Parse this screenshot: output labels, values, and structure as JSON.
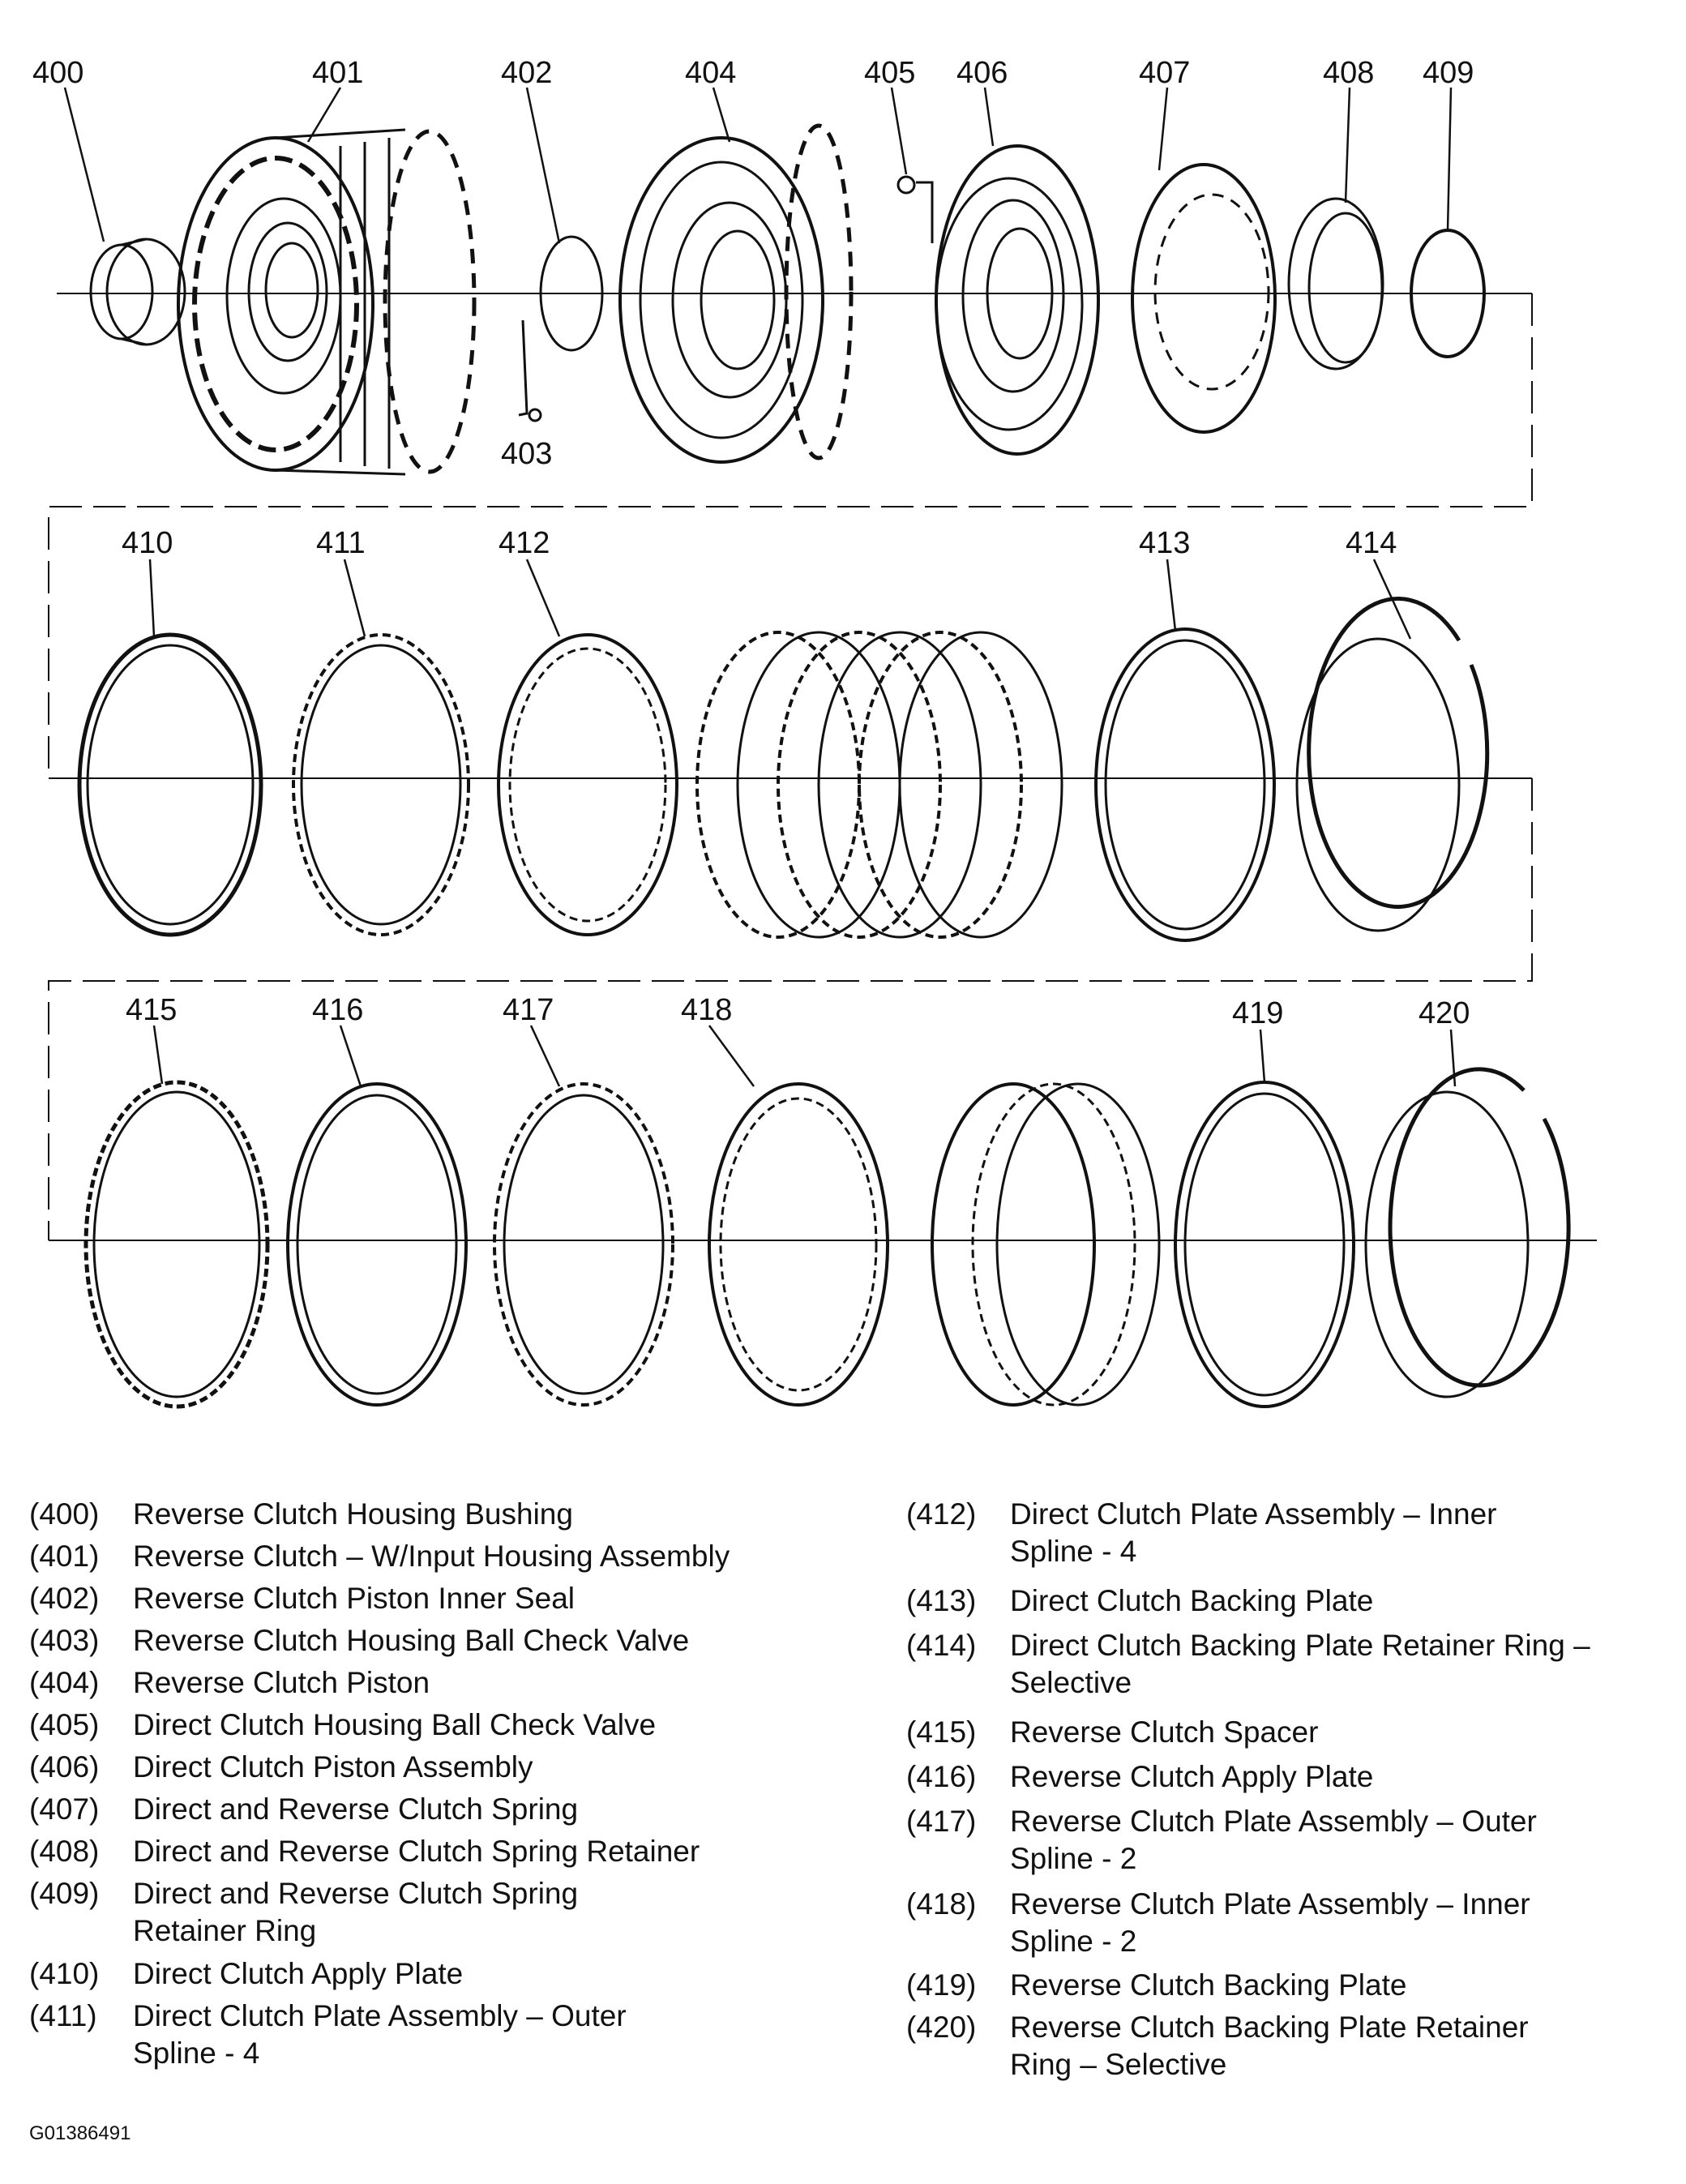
{
  "diagram": {
    "callouts": [
      "400",
      "401",
      "402",
      "403",
      "404",
      "405",
      "406",
      "407",
      "408",
      "409",
      "410",
      "411",
      "412",
      "413",
      "414",
      "415",
      "416",
      "417",
      "418",
      "419",
      "420"
    ]
  },
  "legend": [
    {
      "number": "(400)",
      "description": "Reverse Clutch Housing Bushing"
    },
    {
      "number": "(401)",
      "description": "Reverse Clutch – W/Input Housing Assembly"
    },
    {
      "number": "(402)",
      "description": "Reverse Clutch Piston Inner Seal"
    },
    {
      "number": "(403)",
      "description": "Reverse Clutch Housing Ball Check Valve"
    },
    {
      "number": "(404)",
      "description": "Reverse Clutch Piston"
    },
    {
      "number": "(405)",
      "description": "Direct Clutch Housing Ball Check Valve"
    },
    {
      "number": "(406)",
      "description": "Direct Clutch Piston Assembly"
    },
    {
      "number": "(407)",
      "description": "Direct and Reverse Clutch Spring"
    },
    {
      "number": "(408)",
      "description": "Direct and Reverse Clutch Spring Retainer"
    },
    {
      "number": "(409)",
      "description": "Direct and Reverse Clutch Spring\nRetainer Ring"
    },
    {
      "number": "(410)",
      "description": "Direct Clutch Apply Plate"
    },
    {
      "number": "(411)",
      "description": "Direct Clutch Plate Assembly – Outer\nSpline - 4"
    },
    {
      "number": "(412)",
      "description": "Direct Clutch Plate Assembly – Inner\nSpline - 4"
    },
    {
      "number": "(413)",
      "description": "Direct Clutch Backing Plate"
    },
    {
      "number": "(414)",
      "description": "Direct Clutch Backing Plate Retainer Ring –\nSelective"
    },
    {
      "number": "(415)",
      "description": "Reverse Clutch Spacer"
    },
    {
      "number": "(416)",
      "description": "Reverse Clutch Apply Plate"
    },
    {
      "number": "(417)",
      "description": "Reverse Clutch Plate Assembly – Outer\nSpline - 2"
    },
    {
      "number": "(418)",
      "description": "Reverse Clutch Plate Assembly – Inner\nSpline - 2"
    },
    {
      "number": "(419)",
      "description": "Reverse Clutch Backing Plate"
    },
    {
      "number": "(420)",
      "description": "Reverse Clutch Backing Plate Retainer\nRing – Selective"
    }
  ],
  "figure_id": "G01386491"
}
